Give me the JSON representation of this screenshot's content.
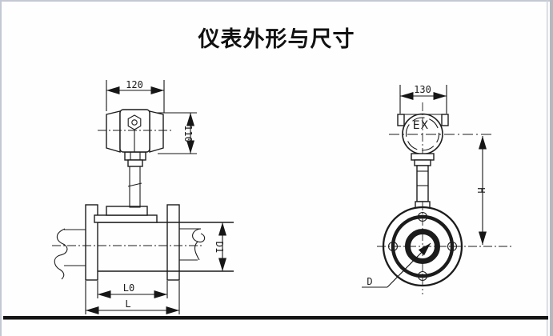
{
  "title": "仪表外形与尺寸",
  "colors": {
    "line": "#1c1c1c",
    "page_border": "#c3c8d2",
    "bottom_rule": "#151515"
  },
  "side_view": {
    "dim_head_width": "120",
    "dim_head_height": "110",
    "dim_pipe_diameter": "D1",
    "dim_flange_span": "L0",
    "dim_total_length": "L"
  },
  "front_view": {
    "dim_head_width": "130",
    "head_marking": "EX",
    "dim_height": "H",
    "dim_bore": "D"
  }
}
